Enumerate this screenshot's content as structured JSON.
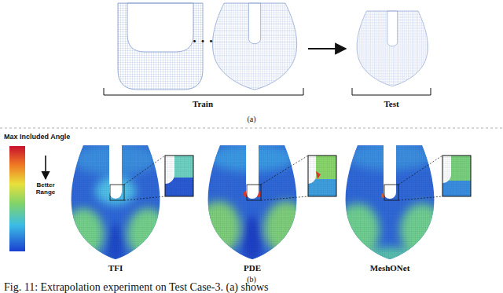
{
  "diagram": {
    "caption": "Fig. 11: Extrapolation experiment on Test Case-3. (a) shows",
    "labels": [
      "· · ·",
      "Train",
      "(a)",
      "Test",
      "Max Included Angle",
      "Better Range",
      "TFI",
      "PDE",
      "MeshONet",
      "(b)"
    ]
  }
}
